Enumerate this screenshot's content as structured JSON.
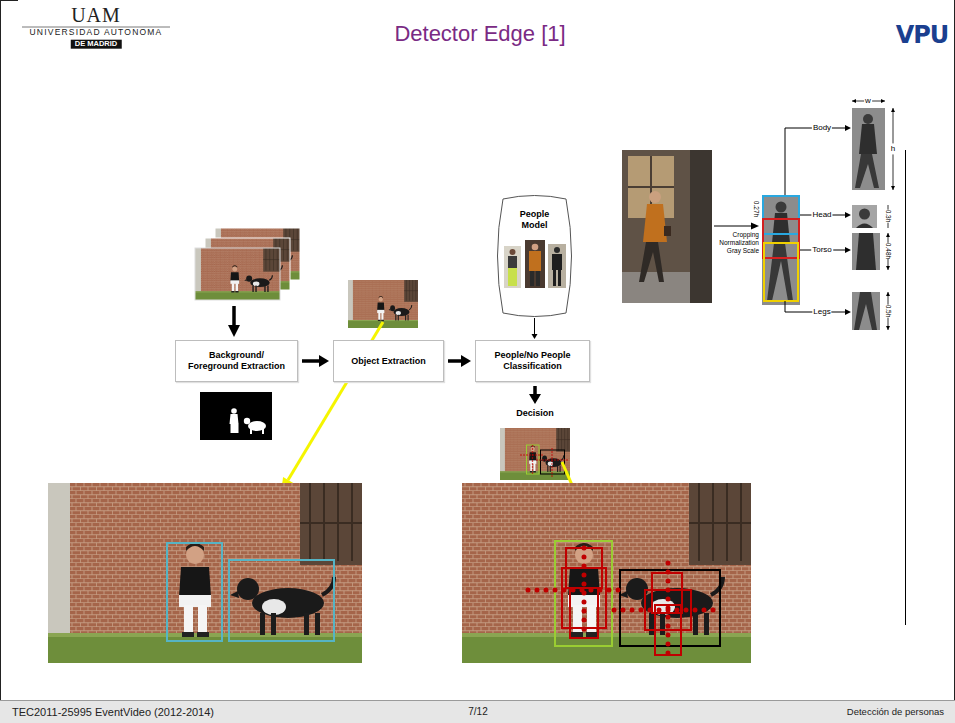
{
  "diagram": {
    "title": "Detector Edge [1]",
    "nodes": [
      {
        "text": [
          "People Model"
        ]
      },
      {
        "text": [
          "Background/ Foreground Extraction"
        ]
      },
      {
        "text": [
          "Object Extraction"
        ]
      },
      {
        "text": [
          "People/No People Classification"
        ]
      },
      {
        "text": [
          "Decision"
        ]
      }
    ],
    "edges": [
      {
        "from": 1,
        "to": 2,
        "arrow": "to"
      },
      {
        "from": 2,
        "to": 3,
        "arrow": "to"
      },
      {
        "from": 0,
        "to": 3,
        "arrow": "to"
      },
      {
        "from": 3,
        "to": 4,
        "arrow": "to"
      }
    ],
    "labels": [
      "UAM",
      "UNIVERSIDAD AUTONOMA",
      "DE MADRID",
      "VPU",
      "Cropping Normalization Gray Scale",
      "0.27h",
      "w",
      "Body",
      "h",
      "Head",
      "0.3h",
      "Torso",
      "0.48h",
      "Legs",
      "0.5h",
      "TEC2011-25995 EventVideo (2012-2014)",
      "7/12",
      "Detección de personas"
    ]
  }
}
